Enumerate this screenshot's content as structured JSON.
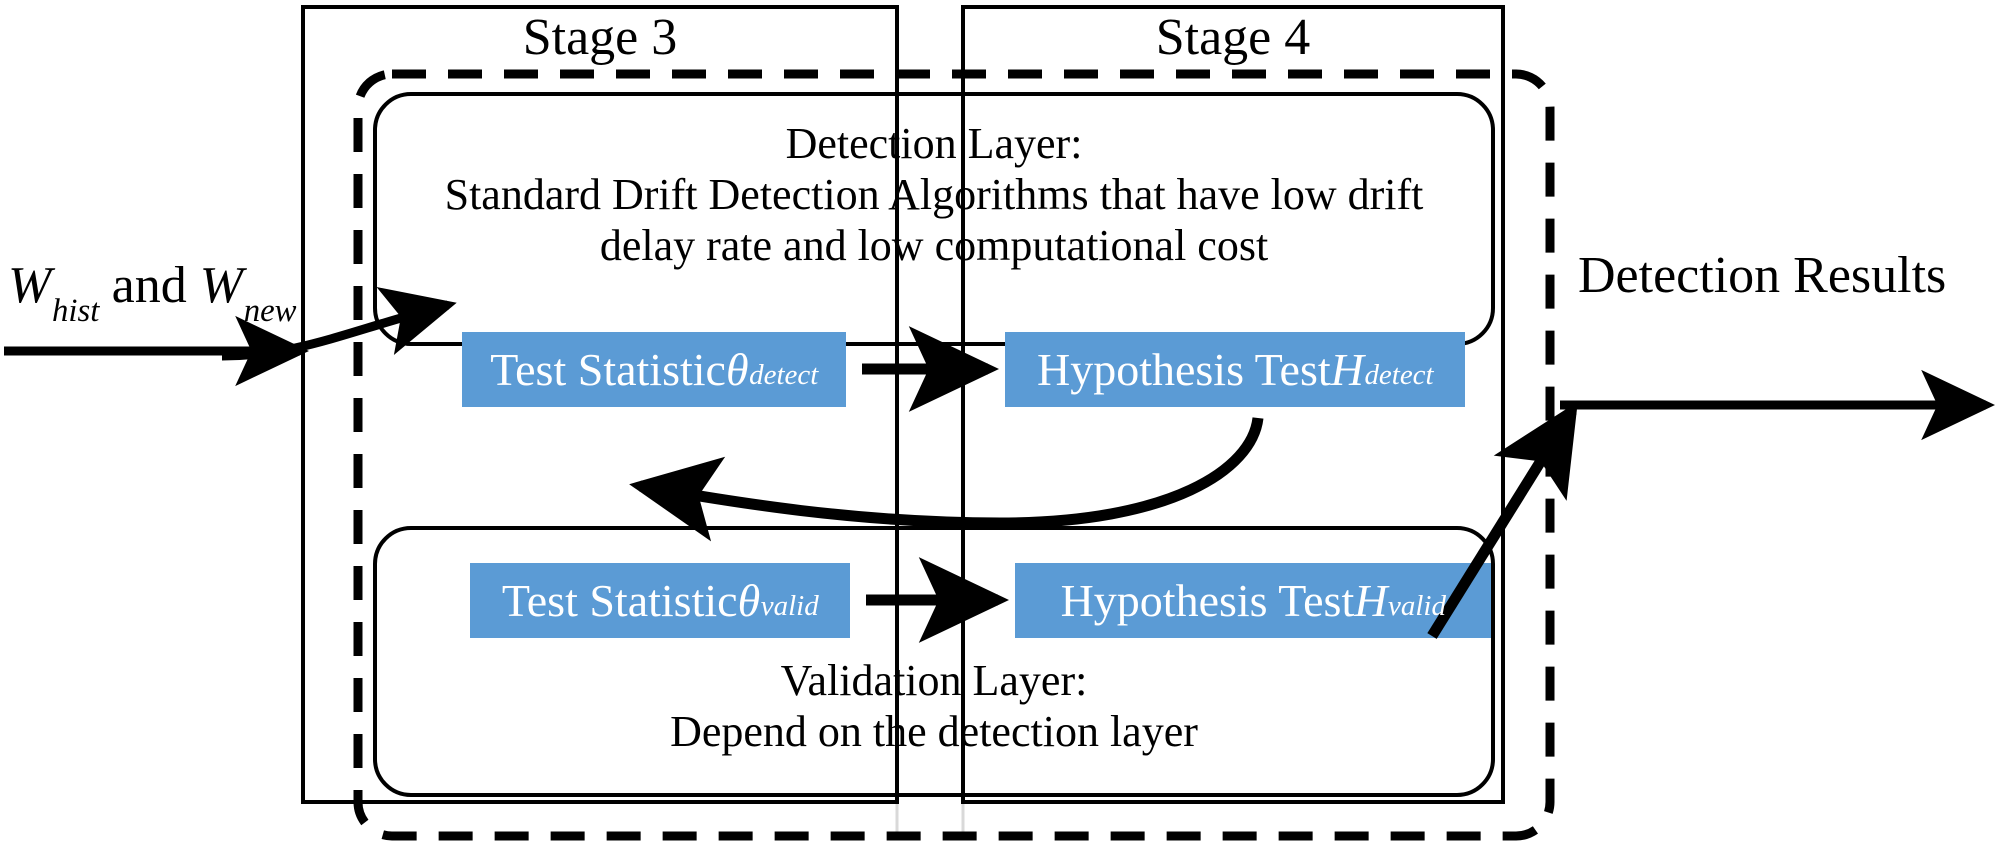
{
  "diagram": {
    "title": "Two-layer drift detection framework (Stage 3 and Stage 4)",
    "colors": {
      "box_fill": "#5B9BD5",
      "box_text": "#FFFFFF",
      "stroke": "#000000",
      "background": "#FFFFFF",
      "gridline": "#D9D9D9"
    },
    "stages": [
      {
        "id": "stage3",
        "label": "Stage 3"
      },
      {
        "id": "stage4",
        "label": "Stage 4"
      }
    ],
    "layers": [
      {
        "id": "detection-layer",
        "heading": "Detection Layer:",
        "description_line1": "Standard Drift Detection Algorithms that have low drift",
        "description_line2": "delay rate and low computational cost",
        "nodes": [
          {
            "id": "test-statistic-detect",
            "text_main": "Test Statistic ",
            "symbol": "θ",
            "subscript": "detect"
          },
          {
            "id": "hypothesis-test-detect",
            "text_main": "Hypothesis Test ",
            "symbol": "H",
            "subscript": "detect"
          }
        ]
      },
      {
        "id": "validation-layer",
        "heading": "Validation Layer:",
        "description_line1": "Depend on the detection layer",
        "description_line2": "",
        "nodes": [
          {
            "id": "test-statistic-valid",
            "text_main": "Test Statistic ",
            "symbol": "θ",
            "subscript": "valid"
          },
          {
            "id": "hypothesis-test-valid",
            "text_main": "Hypothesis Test ",
            "symbol": "H",
            "subscript": "valid"
          }
        ]
      }
    ],
    "io": {
      "input": {
        "id": "input-windows",
        "symbol1": "W",
        "subscript1": "hist",
        "conjunction": " and ",
        "symbol2": "W",
        "subscript2": "new"
      },
      "output": {
        "id": "detection-results",
        "label": "Detection Results"
      }
    },
    "connectors": [
      {
        "id": "input-arrow",
        "from": "input-windows",
        "to": "test-statistic-detect",
        "style": "solid-arrow"
      },
      {
        "id": "detect-flow-arrow",
        "from": "test-statistic-detect",
        "to": "hypothesis-test-detect",
        "style": "solid-arrow"
      },
      {
        "id": "feedback-arrow",
        "from": "hypothesis-test-detect",
        "to": "test-statistic-valid",
        "style": "curved-arrow"
      },
      {
        "id": "valid-flow-arrow",
        "from": "test-statistic-valid",
        "to": "hypothesis-test-valid",
        "style": "solid-arrow"
      },
      {
        "id": "output-arrow",
        "from": "hypothesis-test-valid",
        "to": "detection-results",
        "style": "solid-arrow"
      }
    ]
  }
}
